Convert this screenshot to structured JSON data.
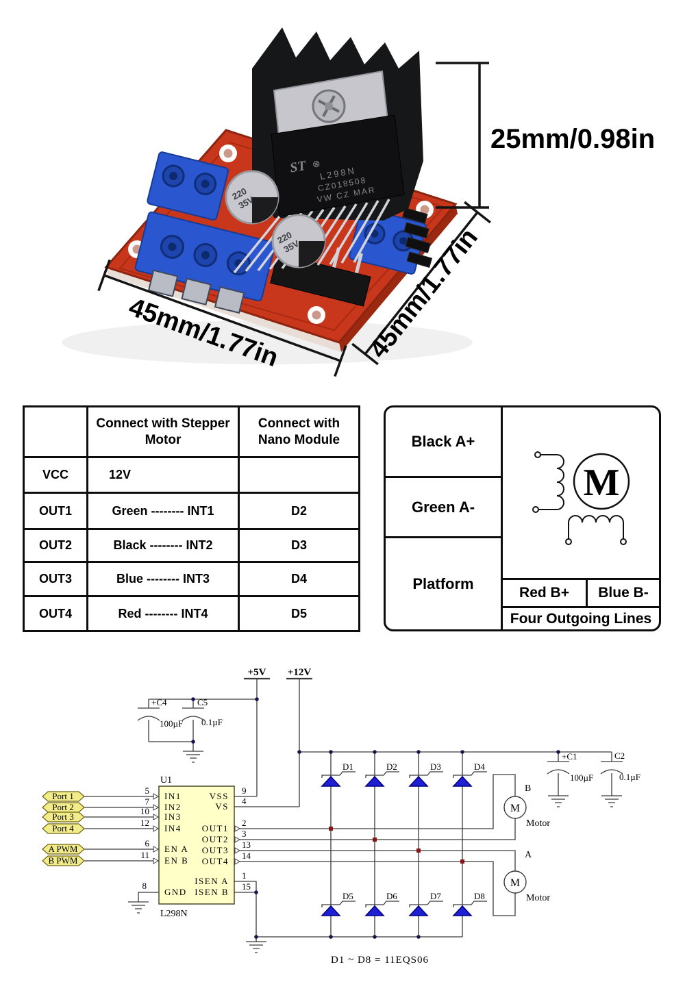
{
  "photo": {
    "dim_height_label": "25mm/0.98in",
    "dim_width_bottom_label": "45mm/1.77in",
    "dim_width_right_label": "45mm/1.77in",
    "chip_logo": "ST",
    "chip_marking_lines": [
      "L298N",
      "CZ018508",
      "VW CZ MAR"
    ],
    "cap_marking_top": "220",
    "cap_marking_bottom": "35V"
  },
  "connection_table": {
    "headers": {
      "pin": "",
      "stepper": "Connect with Stepper Motor",
      "nano": "Connect with Nano Module"
    },
    "rows": [
      {
        "pin": "VCC",
        "stepper": "12V",
        "nano": ""
      },
      {
        "pin": "OUT1",
        "stepper": "Green -------- INT1",
        "nano": "D2"
      },
      {
        "pin": "OUT2",
        "stepper": "Black -------- INT2",
        "nano": "D3"
      },
      {
        "pin": "OUT3",
        "stepper": "Blue -------- INT3",
        "nano": "D4"
      },
      {
        "pin": "OUT4",
        "stepper": "Red -------- INT4",
        "nano": "D5"
      }
    ]
  },
  "wiring_panel": {
    "cells": [
      "Black A+",
      "Green A-",
      "Platform"
    ],
    "red_cell": "Red B+",
    "blue_cell": "Blue B-",
    "footer": "Four Outgoing Lines",
    "motor_letter": "M"
  },
  "schematic": {
    "power": {
      "v5": "+5V",
      "v12": "+12V"
    },
    "ic": {
      "designator": "U1",
      "part": "L298N"
    },
    "pins_left": [
      {
        "num": "5",
        "name": "IN1"
      },
      {
        "num": "7",
        "name": "IN2"
      },
      {
        "num": "10",
        "name": "IN3"
      },
      {
        "num": "12",
        "name": "IN4"
      },
      {
        "num": "6",
        "name": "EN A"
      },
      {
        "num": "11",
        "name": "EN B"
      },
      {
        "num": "8",
        "name": "GND"
      }
    ],
    "pins_right": [
      {
        "num": "9",
        "name": "VSS"
      },
      {
        "num": "4",
        "name": "VS"
      },
      {
        "num": "2",
        "name": "OUT1"
      },
      {
        "num": "3",
        "name": "OUT2"
      },
      {
        "num": "13",
        "name": "OUT3"
      },
      {
        "num": "14",
        "name": "OUT4"
      },
      {
        "num": "1",
        "name": "ISEN A"
      },
      {
        "num": "15",
        "name": "ISEN B"
      }
    ],
    "ports": [
      "Port 1",
      "Port 2",
      "Port 3",
      "Port 4",
      "A PWM",
      "B PWM"
    ],
    "capacitors": [
      {
        "name": "+C4",
        "value": "100µF"
      },
      {
        "name": "C5",
        "value": "0.1µF"
      },
      {
        "name": "+C1",
        "value": "100µF"
      },
      {
        "name": "C2",
        "value": "0.1µF"
      }
    ],
    "diodes": [
      "D1",
      "D2",
      "D3",
      "D4",
      "D5",
      "D6",
      "D7",
      "D8"
    ],
    "motors": [
      {
        "tag": "B",
        "symbol": "M",
        "label": "Motor"
      },
      {
        "tag": "A",
        "symbol": "M",
        "label": "Motor"
      }
    ],
    "note": "D1 ~  D8 = 11EQS06"
  }
}
